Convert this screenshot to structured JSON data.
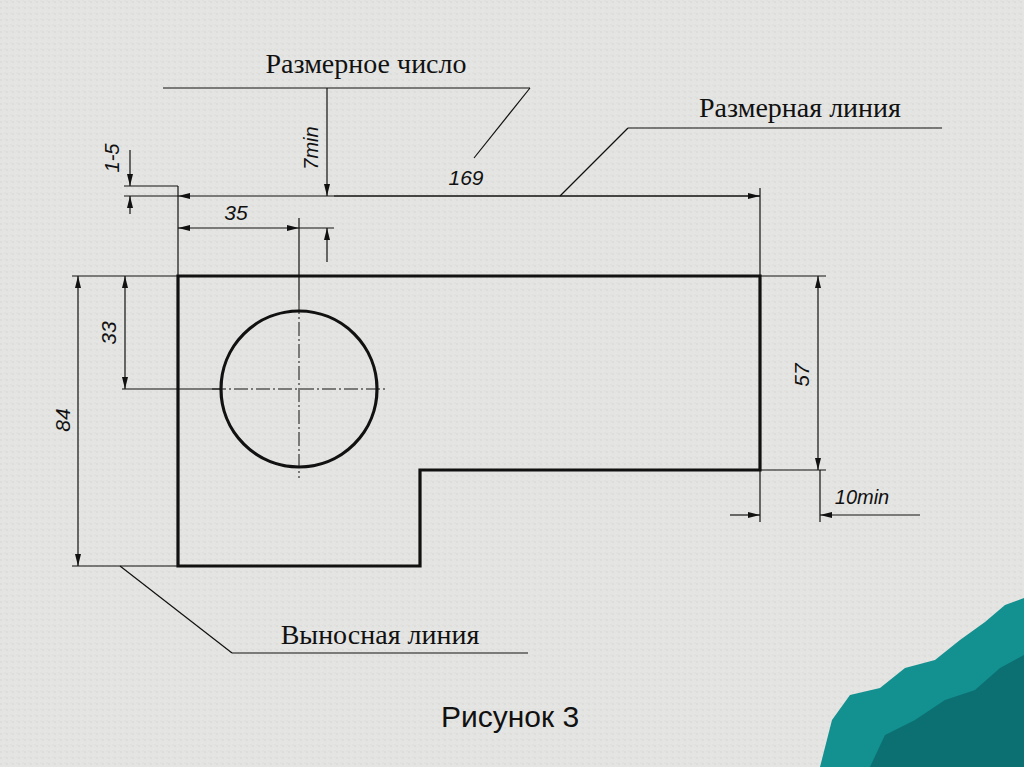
{
  "diagram": {
    "caption": "Рисунок 3",
    "labels": [
      "Размерное число",
      "Размерная линия",
      "Выносная линия",
      "1-5",
      "7min",
      "169",
      "35",
      "33",
      "84",
      "57",
      "10min"
    ]
  }
}
